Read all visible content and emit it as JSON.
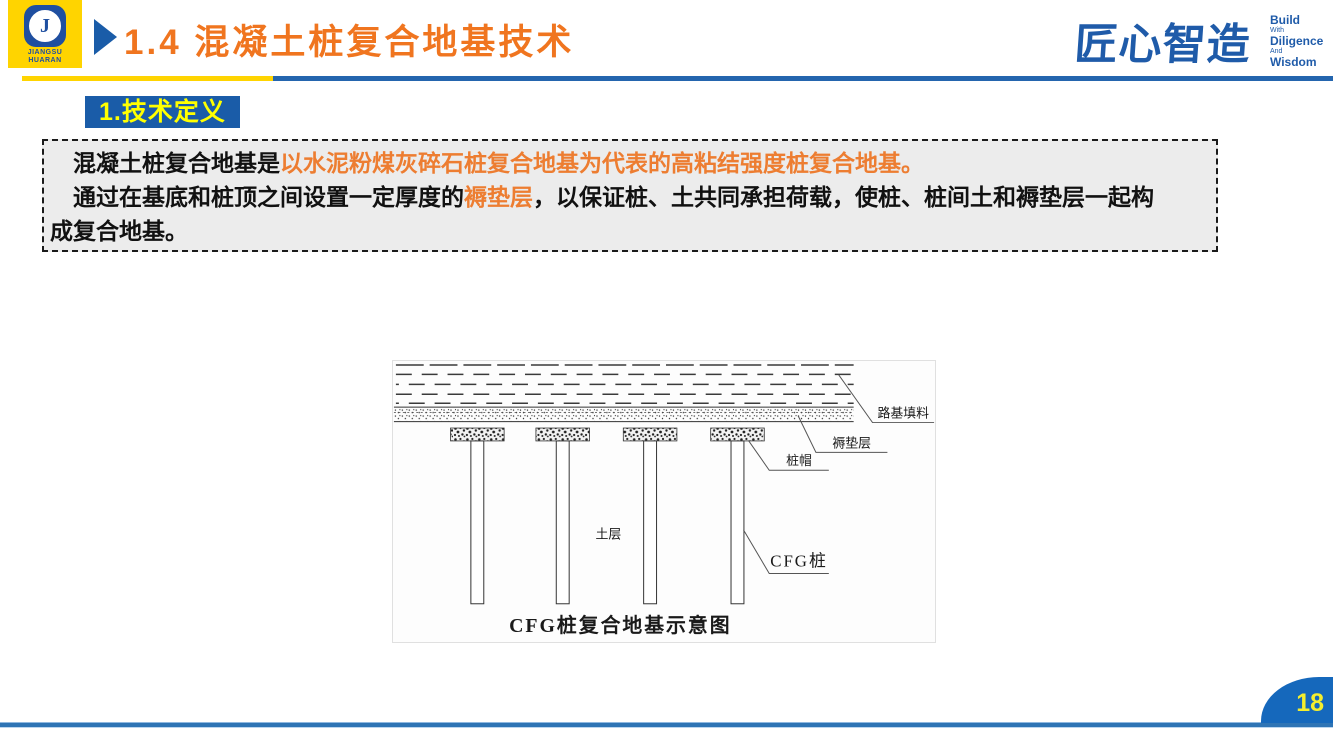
{
  "header": {
    "title": "1.4 混凝土桩复合地基技术",
    "logo": {
      "emblem_letter": "J",
      "org_line1": "JIANGSU",
      "org_line2": "HUARAN"
    },
    "brand": {
      "calligraphy": "匠心智造",
      "tagline": {
        "b1": "Build",
        "s1": "With",
        "b2": "Diligence",
        "s2": "And",
        "b3": "Wisdom"
      }
    }
  },
  "section_badge": "1.技术定义",
  "definition": {
    "line1_black": "混凝土桩复合地基是",
    "line1_orange": "以水泥粉煤灰碎石桩复合地基为代表的高粘结强度桩复合地基。",
    "line2_black1": "通过在基底和桩顶之间设置一定厚度的",
    "line2_orange": "褥垫层",
    "line2_black2": "，以保证桩、土共同承担荷载，使桩、桩间土和褥垫层一起构",
    "line3": "成复合地基。"
  },
  "diagram": {
    "labels": {
      "roadbed_fill": "路基填料",
      "cushion_layer": "褥垫层",
      "pile_cap": "桩帽",
      "soil_layer": "土层",
      "cfg_pile": "CFG桩"
    },
    "caption": "CFG桩复合地基示意图"
  },
  "footer": {
    "page_number": "18"
  },
  "colors": {
    "title_orange": "#F0751F",
    "highlight_orange": "#ED7D31",
    "brand_blue": "#1F5BA9",
    "badge_bg": "#1A5CA8",
    "badge_text": "#FFFF00",
    "logo_yellow": "#FFD400",
    "footer_blue": "#2E74B5",
    "page_badge_bg": "#1568BC",
    "page_number_color": "#F4EE2E"
  }
}
